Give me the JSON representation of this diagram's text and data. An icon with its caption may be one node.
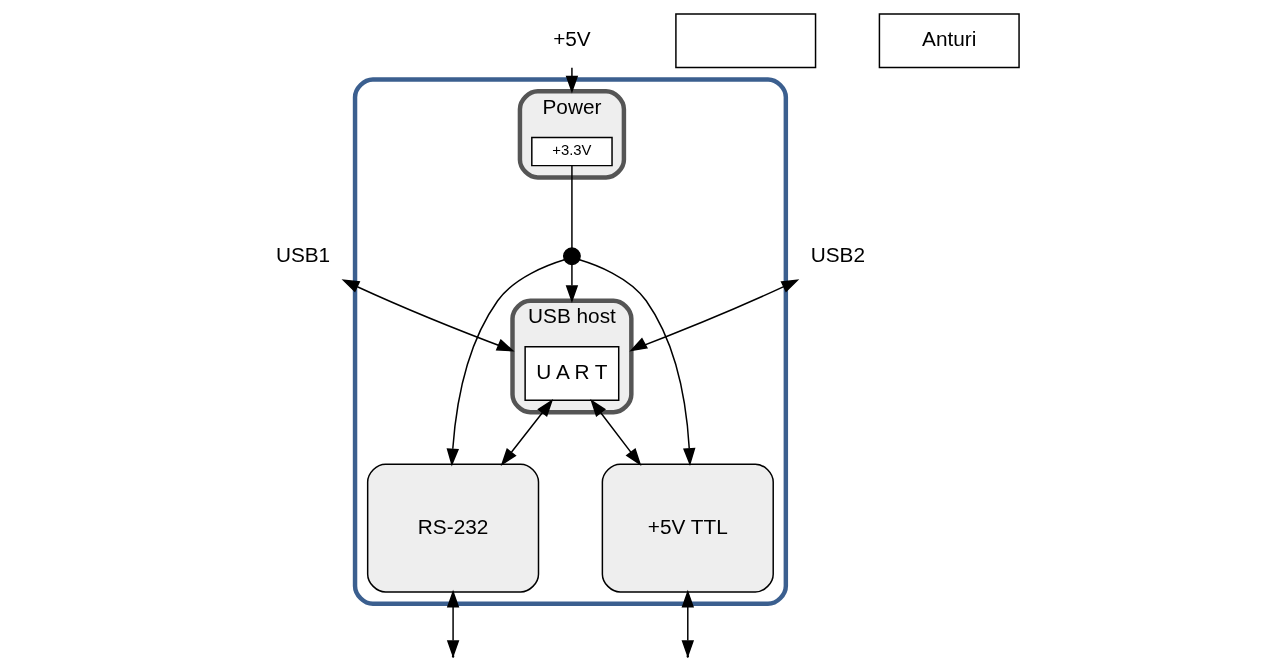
{
  "diagram": {
    "nodes": [
      {
        "text": [],
        "shape": "box"
      },
      {
        "text": [
          "Power"
        ],
        "in": 0
      },
      {
        "text": [
          "+3.3V"
        ],
        "in": 1
      },
      {
        "text": [],
        "shape": "circle",
        "in": 0
      },
      {
        "text": [
          "USB host"
        ],
        "in": 0
      },
      {
        "text": [
          "U A R T"
        ],
        "in": 4
      },
      {
        "text": [
          "RS-232"
        ],
        "in": 0
      },
      {
        "text": [
          "+5V TTL"
        ],
        "in": 0
      },
      {
        "text": [
          "+5V"
        ]
      },
      {
        "text": [
          "USB1"
        ]
      },
      {
        "text": [
          "USB2"
        ]
      },
      {
        "text": [],
        "shape": "box"
      },
      {
        "text": [
          "Anturi"
        ]
      }
    ],
    "edges": [
      {
        "from": 8,
        "to": 1,
        "arrow": "to"
      },
      {
        "from": 2,
        "to": 3,
        "arrow": "none"
      },
      {
        "from": 3,
        "to": 4,
        "arrow": "to"
      },
      {
        "from": 3,
        "to": 6,
        "arrow": "to"
      },
      {
        "from": 3,
        "to": 7,
        "arrow": "to"
      },
      {
        "from": 5,
        "to": 6,
        "arrow": "both"
      },
      {
        "from": 5,
        "to": 7,
        "arrow": "both"
      },
      {
        "from": 9,
        "to": 4,
        "arrow": "both"
      },
      {
        "from": 10,
        "to": 4,
        "arrow": "both"
      },
      {
        "from": 6,
        "to": null,
        "arrow": "both"
      },
      {
        "from": 7,
        "to": null,
        "arrow": "both"
      }
    ]
  }
}
